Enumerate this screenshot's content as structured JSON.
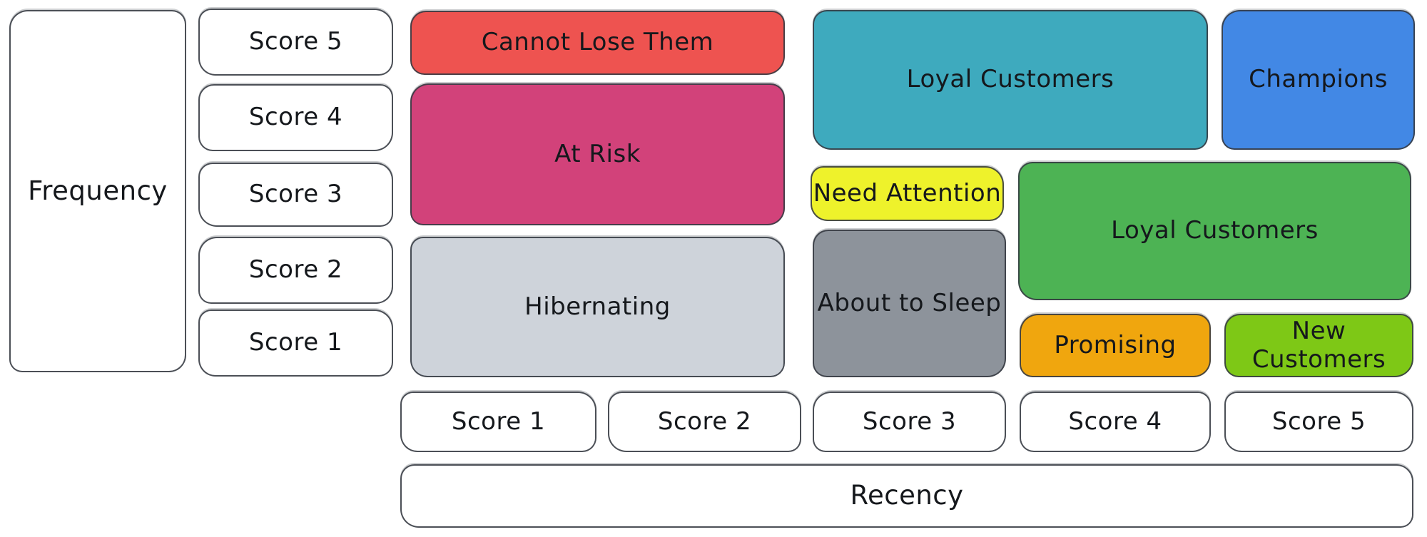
{
  "diagram_type": "rfm-customer-segmentation-matrix",
  "stroke_color": "#373c44",
  "axes": {
    "frequency": {
      "label": "Frequency",
      "scores": [
        "Score 5",
        "Score 4",
        "Score 3",
        "Score 2",
        "Score 1"
      ]
    },
    "recency": {
      "label": "Recency",
      "scores": [
        "Score 1",
        "Score 2",
        "Score 3",
        "Score 4",
        "Score 5"
      ]
    }
  },
  "segments": {
    "cannot_lose_them": {
      "label": "Cannot Lose Them",
      "color": "#ee5350"
    },
    "at_risk": {
      "label": "At Risk",
      "color": "#d2427a"
    },
    "hibernating": {
      "label": "Hibernating",
      "color": "#ced3da"
    },
    "loyal_customers_top": {
      "label": "Loyal Customers",
      "color": "#3eaabe"
    },
    "champions": {
      "label": "Champions",
      "color": "#4288e5"
    },
    "need_attention": {
      "label": "Need Attention",
      "color": "#eef22b"
    },
    "about_to_sleep": {
      "label": "About to Sleep",
      "color": "#8d939b"
    },
    "loyal_customers_right": {
      "label": "Loyal Customers",
      "color": "#4db354"
    },
    "promising": {
      "label": "Promising",
      "color": "#f0a60e"
    },
    "new_customers": {
      "label": "New Customers",
      "color": "#7ec816"
    }
  }
}
